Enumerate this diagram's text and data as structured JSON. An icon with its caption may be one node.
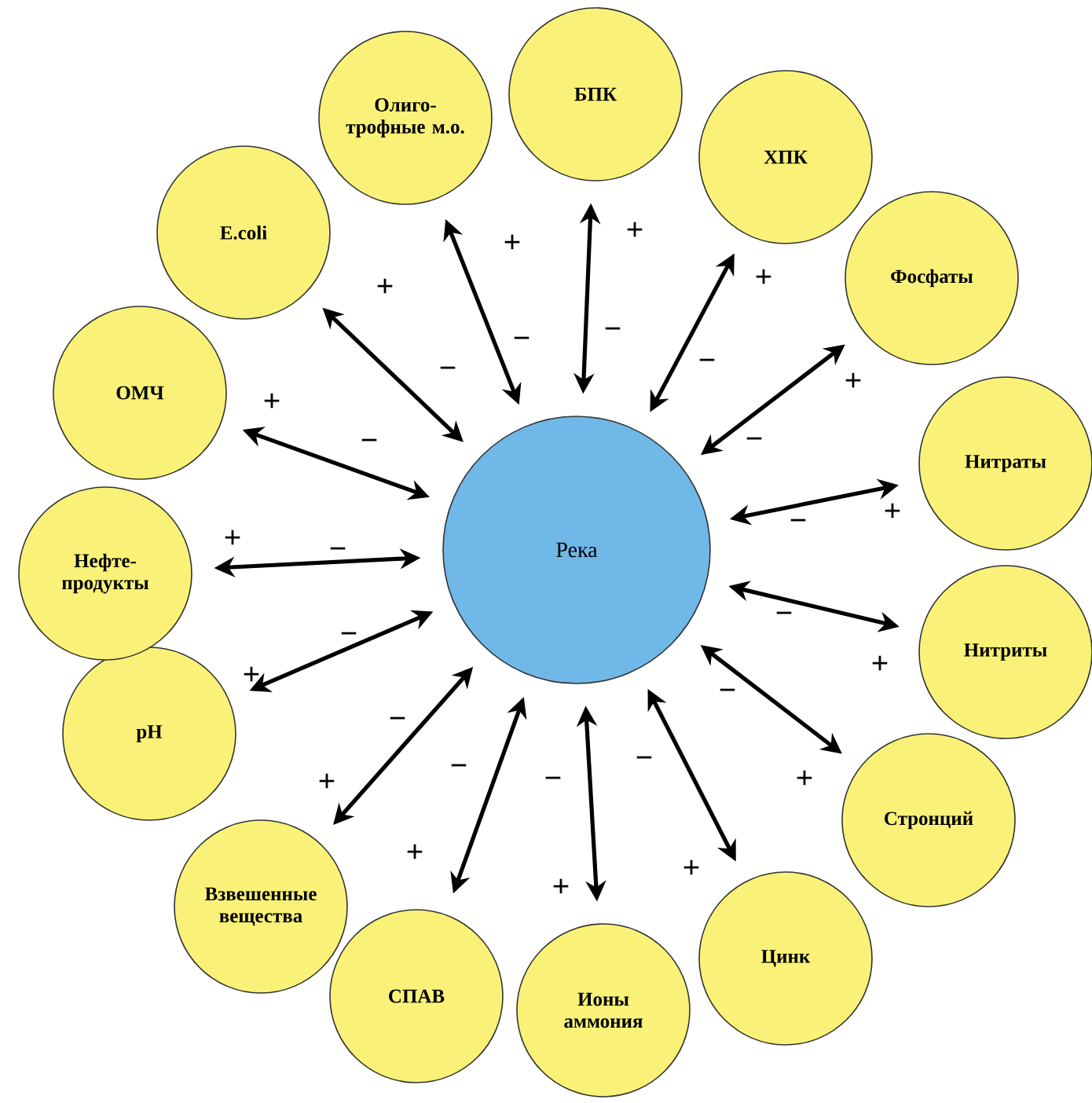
{
  "diagram": {
    "nodes": [
      {
        "text": [
          "Река"
        ]
      },
      {
        "text": [
          "Олиго-трофные м.о."
        ]
      },
      {
        "text": [
          "БПК"
        ]
      },
      {
        "text": [
          "ХПК"
        ]
      },
      {
        "text": [
          "Фосфаты"
        ]
      },
      {
        "text": [
          "Нитраты"
        ]
      },
      {
        "text": [
          "Нитриты"
        ]
      },
      {
        "text": [
          "Стронций"
        ]
      },
      {
        "text": [
          "Цинк"
        ]
      },
      {
        "text": [
          "Ионы аммония"
        ]
      },
      {
        "text": [
          "СПАВ"
        ]
      },
      {
        "text": [
          "Взвешенные вещества"
        ]
      },
      {
        "text": [
          "pH"
        ]
      },
      {
        "text": [
          "Нефте-продукты"
        ]
      },
      {
        "text": [
          "ОМЧ"
        ]
      },
      {
        "text": [
          "E.coli"
        ]
      }
    ],
    "edges": [
      {
        "from": 0,
        "to": 1,
        "arrow": "both"
      },
      {
        "from": 0,
        "to": 2,
        "arrow": "both"
      },
      {
        "from": 0,
        "to": 3,
        "arrow": "both"
      },
      {
        "from": 0,
        "to": 4,
        "arrow": "both"
      },
      {
        "from": 0,
        "to": 5,
        "arrow": "both"
      },
      {
        "from": 0,
        "to": 6,
        "arrow": "both"
      },
      {
        "from": 0,
        "to": 7,
        "arrow": "both"
      },
      {
        "from": 0,
        "to": 8,
        "arrow": "both"
      },
      {
        "from": 0,
        "to": 9,
        "arrow": "both"
      },
      {
        "from": 0,
        "to": 10,
        "arrow": "both"
      },
      {
        "from": 0,
        "to": 11,
        "arrow": "both"
      },
      {
        "from": 0,
        "to": 12,
        "arrow": "both"
      },
      {
        "from": 0,
        "to": 13,
        "arrow": "both"
      },
      {
        "from": 0,
        "to": 14,
        "arrow": "both"
      },
      {
        "from": 0,
        "to": 15,
        "arrow": "both"
      }
    ],
    "labels": [
      "+",
      "−",
      "+",
      "−",
      "+",
      "−",
      "+",
      "−",
      "+",
      "−",
      "+",
      "−",
      "+",
      "−",
      "+",
      "−",
      "+",
      "−",
      "+",
      "−",
      "+",
      "−",
      "+",
      "−",
      "+",
      "−",
      "+",
      "−",
      "+",
      "−"
    ]
  }
}
